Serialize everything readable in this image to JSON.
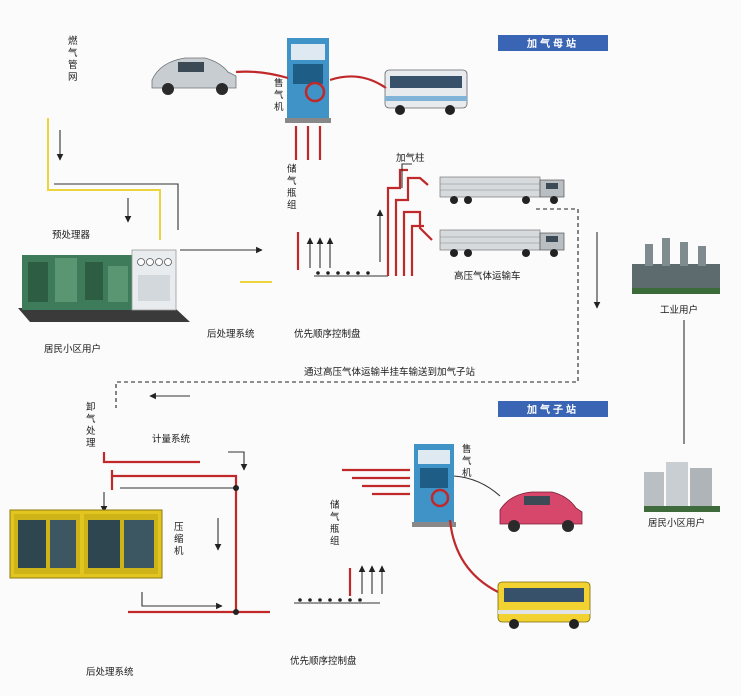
{
  "badges": {
    "mother_station": "加气母站",
    "sub_station": "加气子站"
  },
  "labels": {
    "gas_pipeline": "燃气管网",
    "pretreatment": "预处理器",
    "residential_top": "居民小区用户",
    "post_treatment_top": "后处理系统",
    "dispenser_top": "售气机",
    "storage_top": "储气瓶组",
    "priority_panel_top": "优先顺序控制盘",
    "fill_post": "加气柱",
    "hp_truck": "高压气体运输车",
    "industrial_user": "工业用户",
    "transport_note": "通过高压气体运输半挂车输送到加气子站",
    "unload": "卸气处理",
    "metering": "计量系统",
    "compressor": "压缩机",
    "storage_bottom": "储气瓶组",
    "dispenser_bottom": "售气机",
    "residential_right": "居民小区用户",
    "post_treatment_bottom": "后处理系统",
    "priority_panel_bottom": "优先顺序控制盘"
  },
  "colors": {
    "badge": "#3a64b4",
    "pipe": "#c0282a",
    "yellow_line": "#ecd53c",
    "dispenser": "#3f93c6"
  },
  "icons": [
    "car-icon",
    "bus-icon",
    "dispenser-icon",
    "truck-icon",
    "compressor-icon",
    "factory-icon",
    "building-icon"
  ]
}
